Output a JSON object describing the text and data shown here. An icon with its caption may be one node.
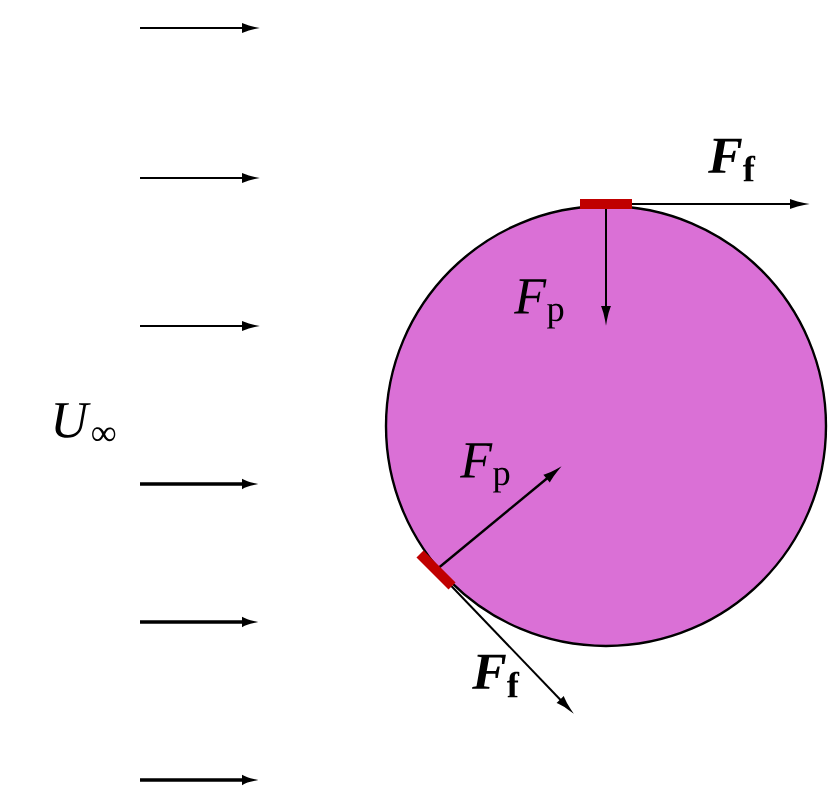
{
  "diagram": {
    "labels": [
      "*F*$_{f}$",
      "*F*$_{p}$",
      "*U*$_{∞}$",
      "*F*$_{p}$",
      "*F*$_{f}$"
    ]
  }
}
